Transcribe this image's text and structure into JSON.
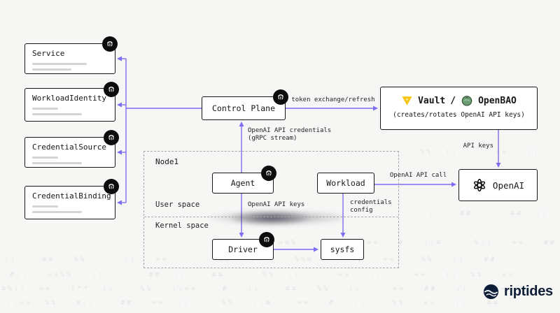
{
  "left_panel": {
    "items": [
      {
        "label": "Service"
      },
      {
        "label": "WorkloadIdentity"
      },
      {
        "label": "CredentialSource"
      },
      {
        "label": "CredentialBinding"
      }
    ]
  },
  "control_plane": {
    "label": "Control Plane"
  },
  "vault_box": {
    "vault": "Vault",
    "slash": "/",
    "openbao": "OpenBAO",
    "subtitle": "(creates/rotates OpenAI API keys)"
  },
  "openai_box": {
    "label": "OpenAI"
  },
  "node": {
    "title": "Node1",
    "user_space": "User space",
    "kernel_space": "Kernel space",
    "agent": "Agent",
    "workload": "Workload",
    "driver": "Driver",
    "sysfs": "sysfs"
  },
  "edge_labels": {
    "token_exchange": "token exchange/refresh",
    "openai_credentials_1": "OpenAI API credentials",
    "openai_credentials_2": "(gRPC stream)",
    "api_keys": "API keys",
    "openai_api_call": "OpenAI API call",
    "openai_api_keys": "OpenAI API keys",
    "credentials_config_1": "credentials",
    "credentials_config_2": "config"
  },
  "brand": {
    "name": "riptides"
  },
  "colors": {
    "arrow": "#7d6ef2",
    "background": "#f6f6f4",
    "box_border": "#17171a",
    "vault_yellow": "#f5c518",
    "openbao_green": "#57865f"
  },
  "background_pattern": {
    "rows": [
      {
        "text": "%%  ::      ==   ::"
      },
      {
        "text": "::   ##      ≡≡  ::   %%"
      },
      {
        "text": "=≡%  ::   %%::==   #   ::≡     %::   ==   ##  ::    %%   ≈::   ==#   ::"
      },
      {
        "text": "::    ≡≡   %%      ::   ==        ##   ::     %%≡      ::   ==    %%   ::   ##"
      },
      {
        "text": "#::   ==%%   ::       ##  ::    ≡≡      %%  ::      ==   ::     ≈≈   ::  %%   =="
      },
      {
        "text": "≡%::  ==   [**  ::    %%   ::==    #   ::    ≡≡   %%   ::     ==   ##   ::   %%≈"
      },
      {
        "text": "::==  %%   ≡::    ##   ==  ::     %%   ::≡    ==   #   ::    %%   ==   ::   ≡≡"
      }
    ]
  }
}
